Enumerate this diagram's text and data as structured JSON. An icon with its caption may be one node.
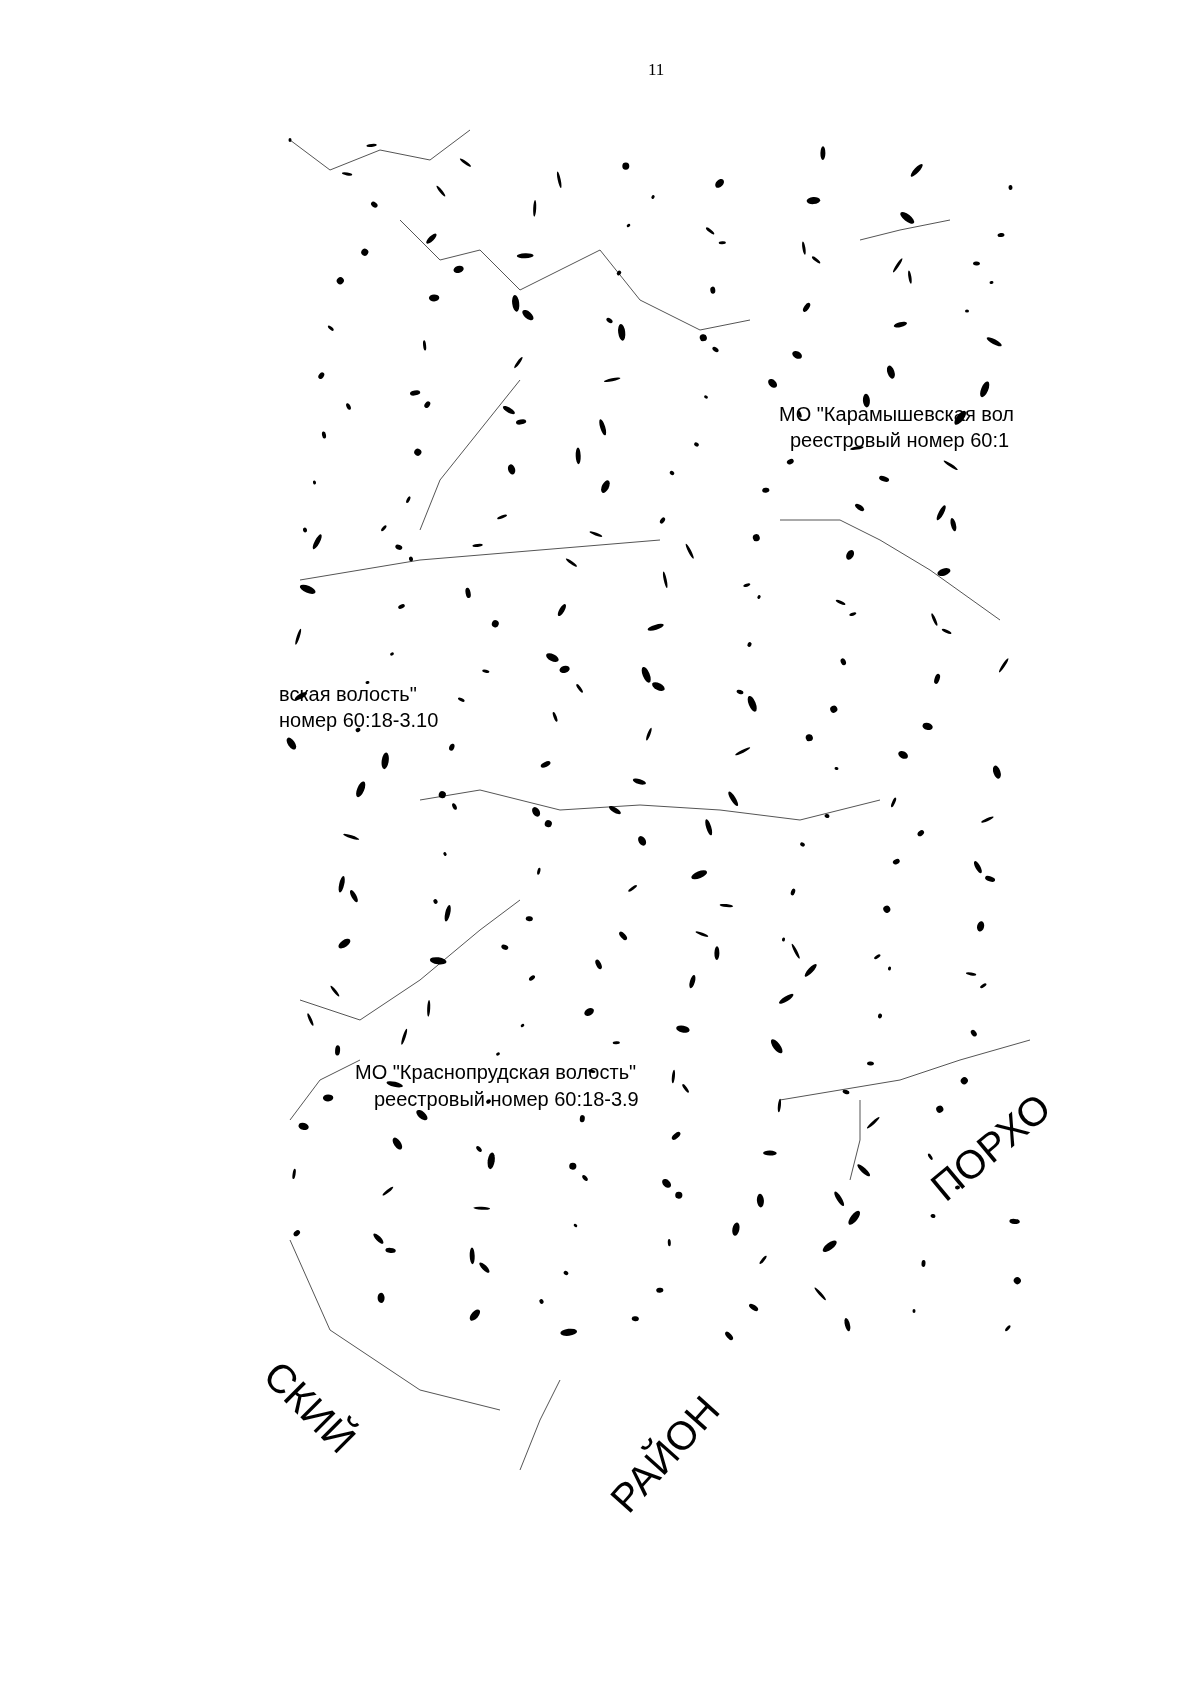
{
  "diagram": {
    "labels": [
      "11",
      "МО \"Карамышевская вол",
      "реестровый номер 60:1",
      "вская волость\"",
      "номер 60:18-3.10",
      "МО \"Краснопрудская волость\"",
      "реестровый номер 60:18-3.9",
      "ПОРХО",
      "СКИЙ",
      "РАЙОН"
    ]
  }
}
